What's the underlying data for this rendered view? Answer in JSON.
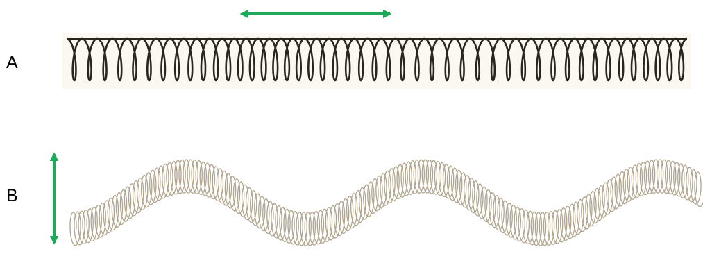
{
  "labels": {
    "a": "A",
    "b": "B"
  },
  "panels": {
    "a": {
      "wave": "longitudinal",
      "arrow_direction": "horizontal",
      "spring_color": "#2a251f",
      "background": "#fbf8f1"
    },
    "b": {
      "wave": "transverse",
      "arrow_direction": "vertical",
      "spring_color": "#a89a80"
    }
  },
  "colors": {
    "arrow": "#1ea85a",
    "text": "#000000"
  }
}
